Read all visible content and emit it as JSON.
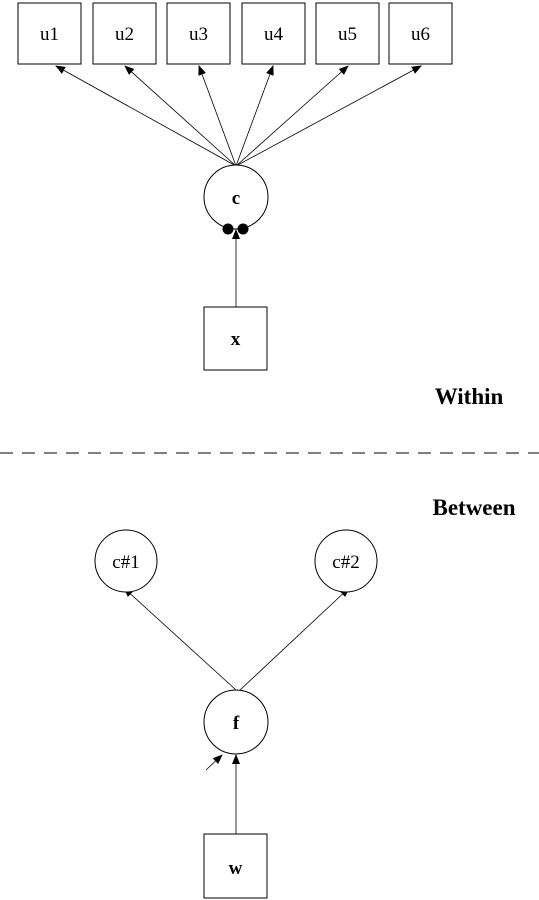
{
  "within": {
    "section_label": "Within",
    "indicators": [
      "u1",
      "u2",
      "u3",
      "u4",
      "u5",
      "u6"
    ],
    "latent_class": "c",
    "covariate": "x"
  },
  "between": {
    "section_label": "Between",
    "random_intercepts": [
      "c#1",
      "c#2"
    ],
    "factor": "f",
    "covariate": "w"
  }
}
